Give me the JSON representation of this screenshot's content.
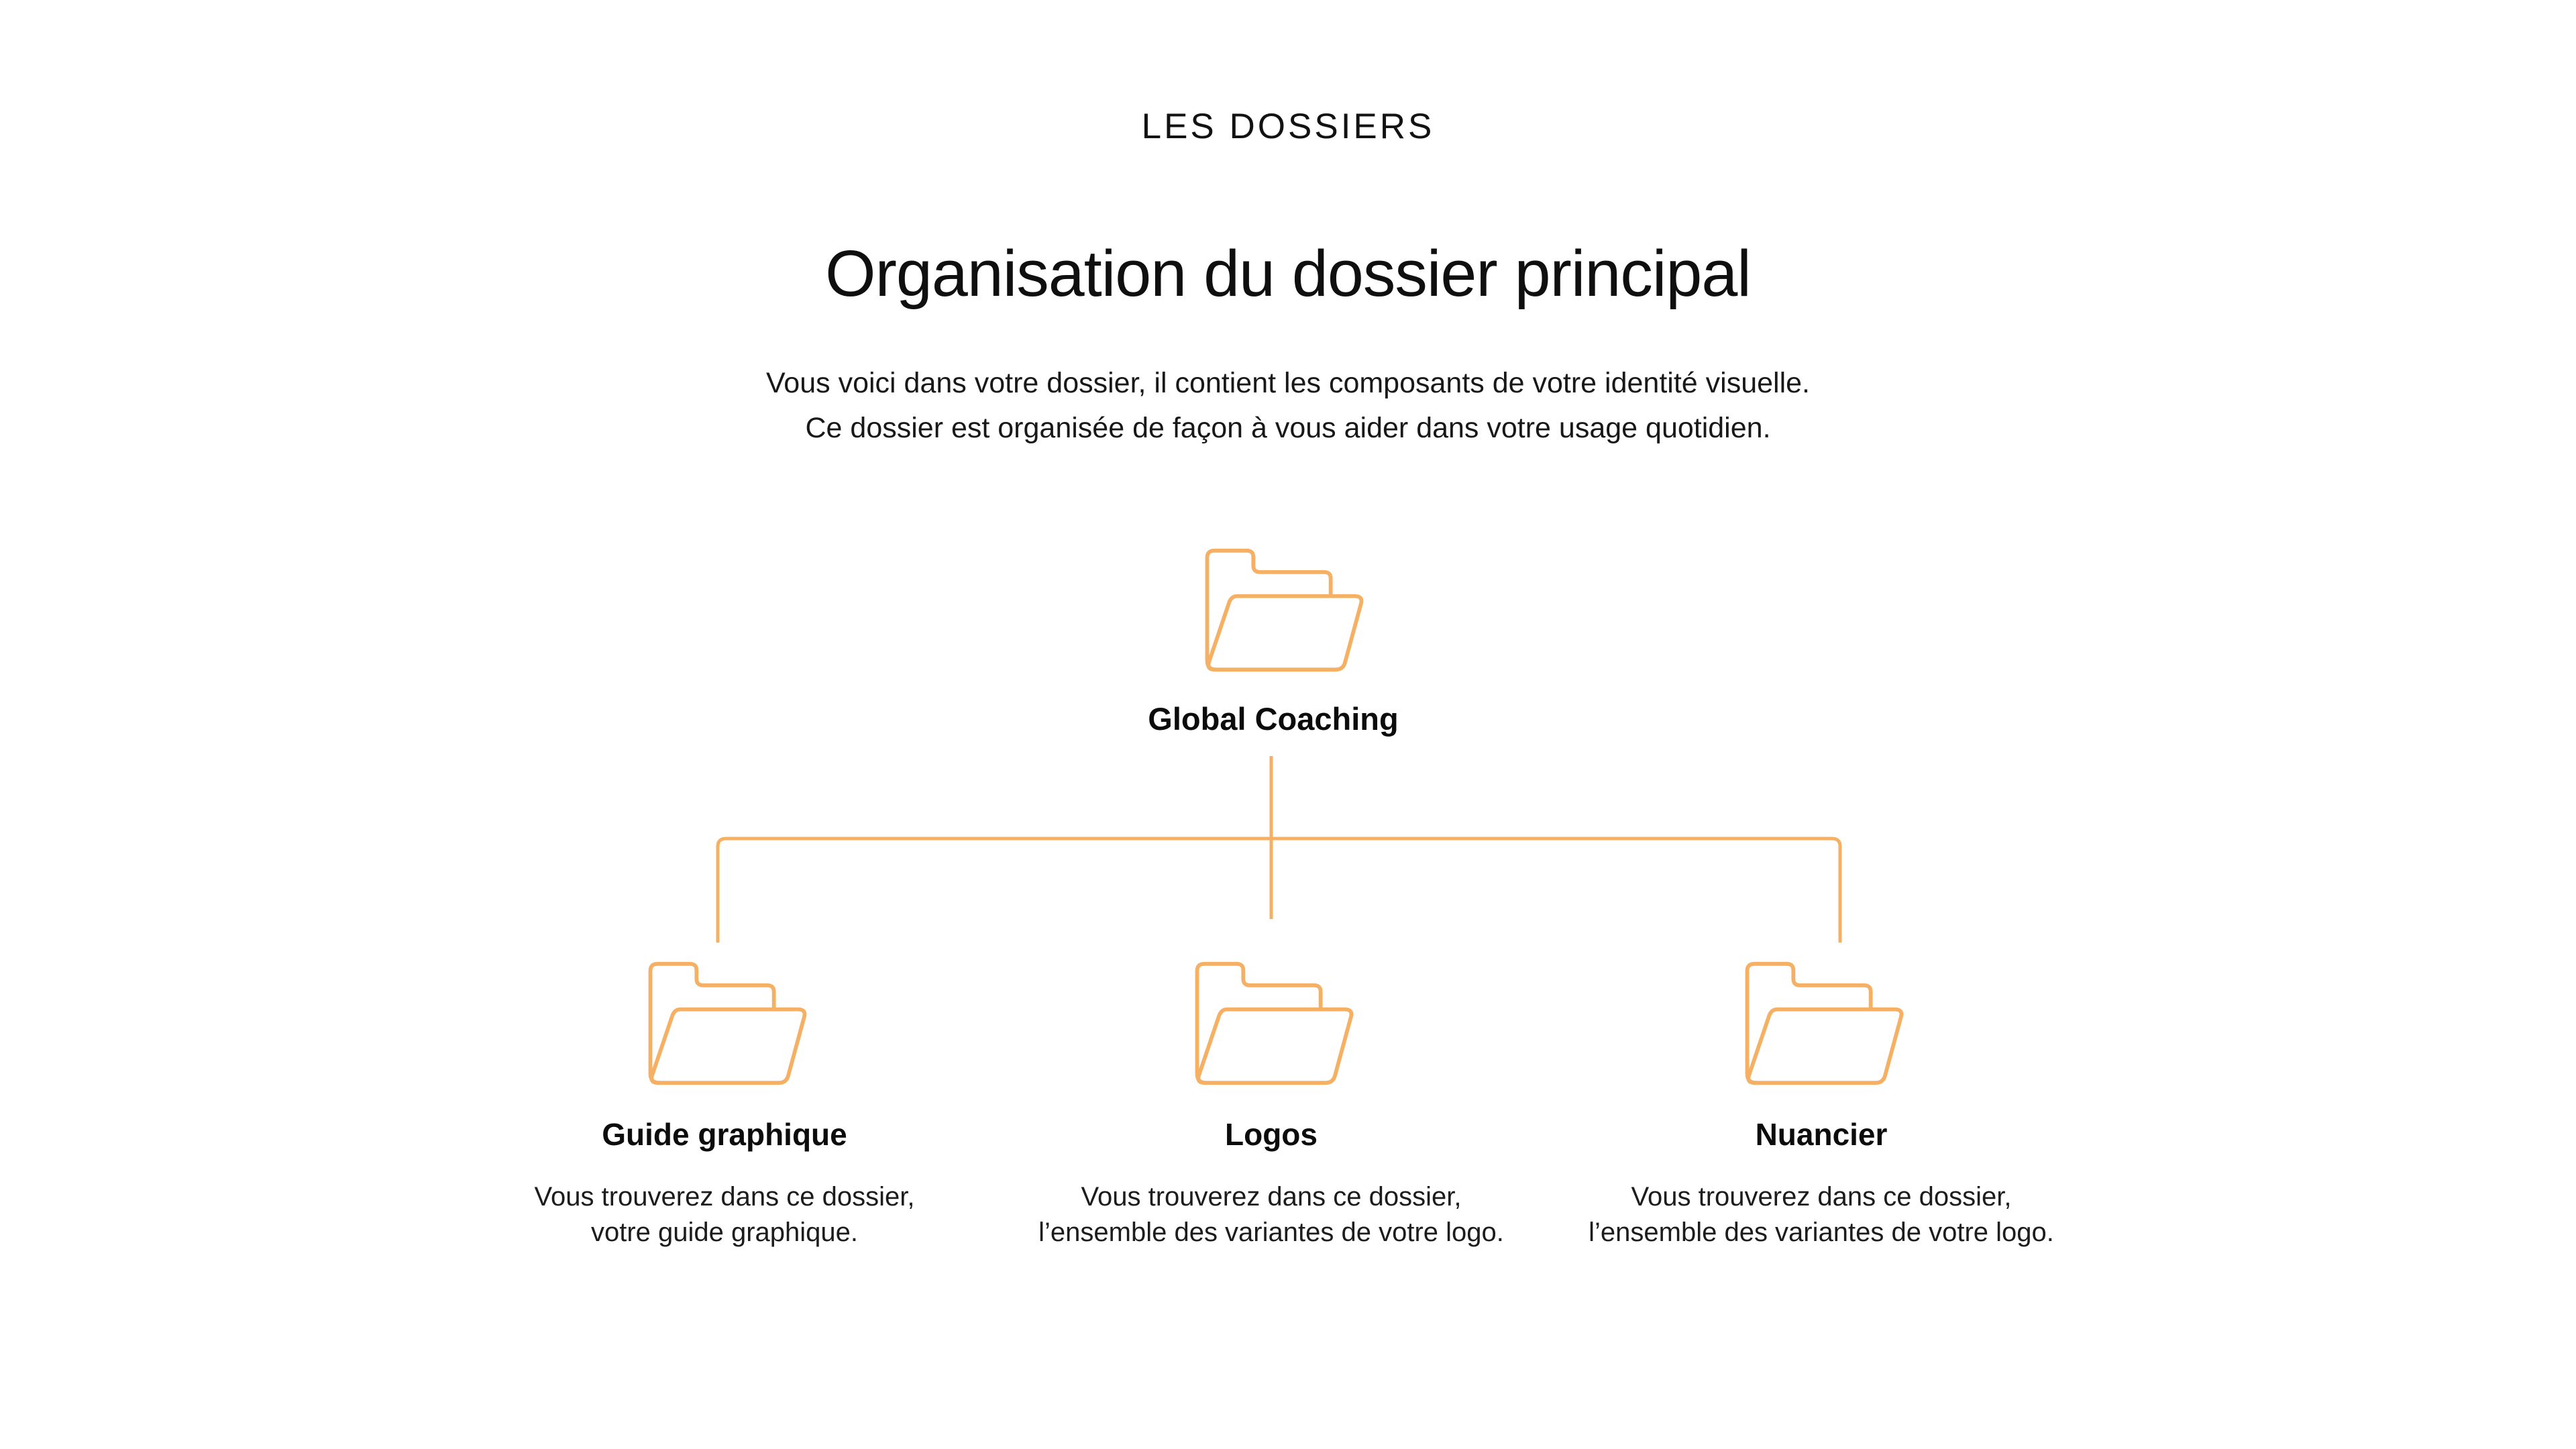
{
  "page": {
    "background_color": "#ffffff",
    "accent_color": "#F6B063",
    "text_color": "#141414"
  },
  "header": {
    "eyebrow": "LES DOSSIERS",
    "title": "Organisation du dossier principal",
    "subtitle_line1": "Vous voici dans votre dossier, il contient les composants de votre identité visuelle.",
    "subtitle_line2": "Ce dossier est organisée de façon à vous aider dans votre usage quotidien."
  },
  "tree": {
    "root": {
      "label": "Global Coaching",
      "icon": "open-folder-outline"
    },
    "children": [
      {
        "label": "Guide graphique",
        "icon": "open-folder-outline",
        "description_line1": "Vous trouverez dans ce dossier,",
        "description_line2": "votre guide graphique."
      },
      {
        "label": "Logos",
        "icon": "open-folder-outline",
        "description_line1": "Vous trouverez dans ce dossier,",
        "description_line2": "l’ensemble des variantes de votre logo."
      },
      {
        "label": "Nuancier",
        "icon": "open-folder-outline",
        "description_line1": "Vous trouverez dans ce dossier,",
        "description_line2": "l’ensemble des variantes de votre logo."
      }
    ]
  }
}
